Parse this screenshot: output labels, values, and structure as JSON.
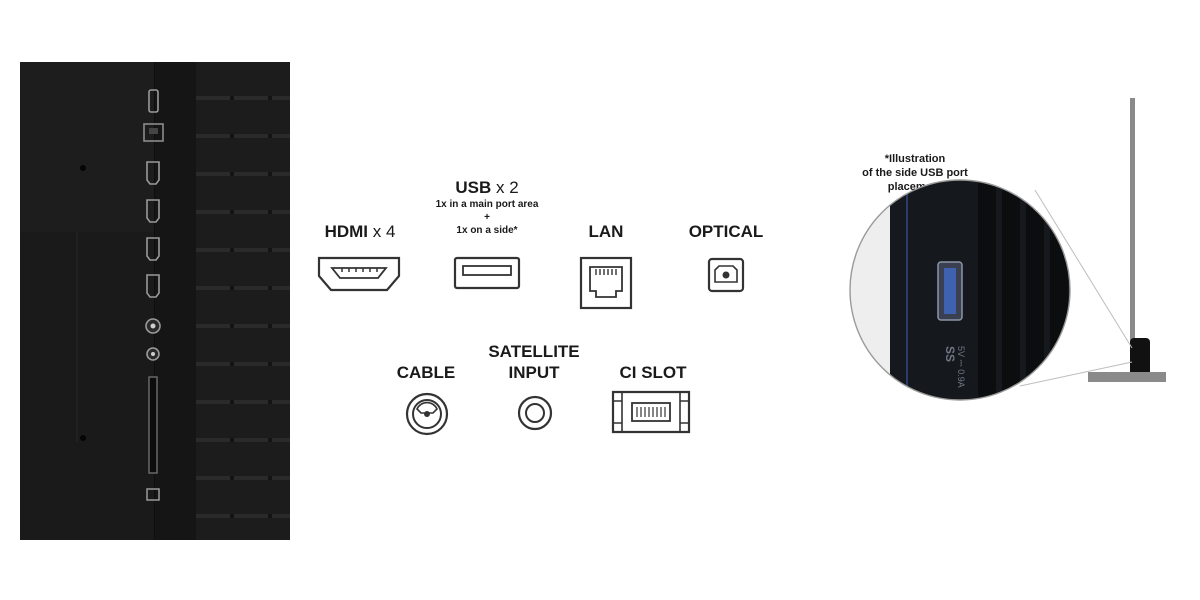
{
  "ports": {
    "hdmi": {
      "name": "HDMI",
      "count": "x 4"
    },
    "usb": {
      "name": "USB",
      "count": "x 2",
      "note_main": "1x in a main port area",
      "note_plus": "+",
      "note_side": "1x on a side*"
    },
    "lan": {
      "name": "LAN"
    },
    "optical": {
      "name": "OPTICAL"
    },
    "cable": {
      "name": "CABLE"
    },
    "satellite": {
      "line1": "SATELLITE",
      "line2": "INPUT"
    },
    "ci_slot": {
      "name": "CI SLOT"
    }
  },
  "illustration": {
    "note_line1": "*Illustration",
    "note_line2": "of the side USB port",
    "note_line3": "placement",
    "port_marking": "SS",
    "port_rating": "5V ⎓ 0.9A"
  },
  "colors": {
    "panel": "#1c1c1c",
    "icon_stroke": "#333333",
    "stand": "#8a8a8a"
  }
}
